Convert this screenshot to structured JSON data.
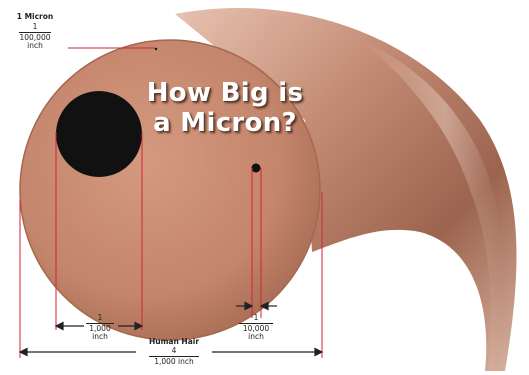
{
  "title": {
    "line1": "How Big is",
    "line2": "a Micron?"
  },
  "labels": {
    "micron": {
      "name": "1 Micron",
      "numerator": "1",
      "denominator": "100,000",
      "unit": "inch"
    },
    "big_dot": {
      "numerator": "1",
      "denominator": "1,000",
      "unit": "inch"
    },
    "small_dot": {
      "numerator": "1",
      "denominator": "10,000",
      "unit": "inch"
    },
    "hair": {
      "name": "Human Hair",
      "numerator": "4",
      "denominator": "1,000 inch"
    }
  },
  "colors": {
    "hair_face": "#c78c72",
    "hair_face_edge": "#b07660",
    "hair_strand": "#c08a74",
    "dot": "#111111",
    "measure_line": "#d2233a",
    "text": "#222222"
  }
}
